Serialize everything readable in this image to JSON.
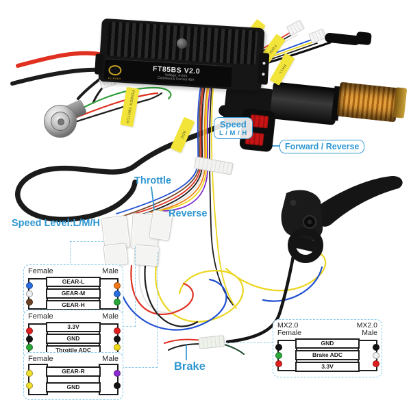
{
  "controller": {
    "model": "FT85BS V2.0",
    "spec1": "Voltage: 4-20S",
    "spec2": "Continuous Current 40A",
    "brand": "FLIPSKY"
  },
  "tags": {
    "uart": "UART",
    "pwm": "PWM",
    "hall": "HALL",
    "adc": "ADC",
    "power_switch": "POWER SWITCH"
  },
  "labels": {
    "speed_title": "Speed",
    "speed_sub": "L / M / H",
    "forward_reverse": "Forward / Reverse",
    "throttle": "Throttle",
    "reverse": "Reverse",
    "speed_level": "Speed Level:L/M/H",
    "brake": "Brake"
  },
  "colors": {
    "accent": "#2e96d1",
    "tag_yellow": "#f2e438",
    "dash_blue": "#8ecbe9"
  },
  "diagrams": {
    "gear": {
      "female_label": "Female",
      "male_label": "Male",
      "rows": [
        "GEAR-L",
        "GEAR-M",
        "GEAR-H"
      ],
      "female_pins": [
        "#2a6de0",
        "#f0f0f0",
        "#6b4226"
      ],
      "male_pins": [
        "#f07818",
        "#2a6de0",
        "#28a838"
      ]
    },
    "throttle_adc": {
      "female_label": "Female",
      "male_label": "Male",
      "rows": [
        "3.3V",
        "GND",
        "Throttle ADC"
      ],
      "female_pins": [
        "#e02020",
        "#141414",
        "#28a838"
      ],
      "male_pins": [
        "#e02020",
        "#141414",
        "#f0d818"
      ]
    },
    "gear_r": {
      "female_label": "Female",
      "male_label": "Male",
      "rows": [
        "GEAR-R",
        "GND"
      ],
      "female_pins": [
        "#f0e030",
        "#f0e030"
      ],
      "male_pins": [
        "#8a2ad0",
        "#141414"
      ]
    },
    "brake_adc": {
      "female_label_1": "MX2.0",
      "female_label_2": "Female",
      "male_label_1": "MX2.0",
      "male_label_2": "Male",
      "rows": [
        "GND",
        "Brake ADC",
        "3.3V"
      ],
      "female_pins": [
        "#141414",
        "#28a838",
        "#e02020"
      ],
      "male_pins": [
        "#141414",
        "#f0f0f0",
        "#e02020"
      ]
    }
  }
}
